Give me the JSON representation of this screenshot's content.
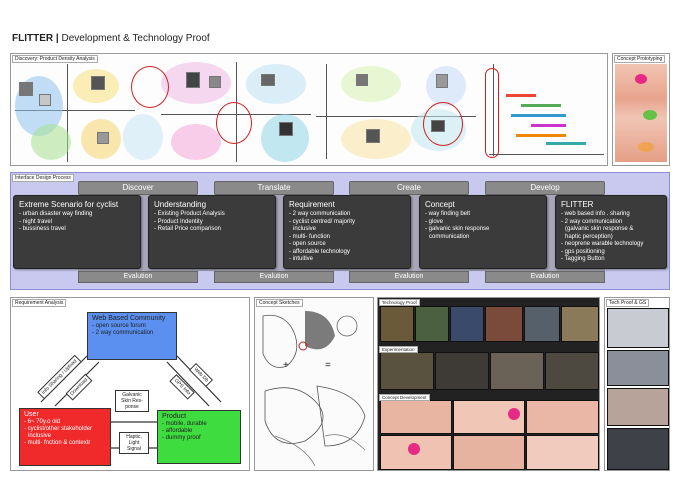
{
  "header": {
    "brand": "FLITTER |",
    "subtitle": "Development & Technology Proof"
  },
  "panels": {
    "discovery": "Discovery: Product Density Analysis",
    "prototype": "Concept Prototyping",
    "process": "Interface Design Process",
    "requirement": "Requirement Analysis",
    "sketches": "Concept Sketches",
    "technology": "Technology Proof",
    "experiment": "Experimentation",
    "development": "Concept Development",
    "techgs": "Tech Proof & GS"
  },
  "stages": [
    {
      "label": "Discover"
    },
    {
      "label": "Translate"
    },
    {
      "label": "Create"
    },
    {
      "label": "Develop"
    }
  ],
  "boxes": [
    {
      "title": "Extreme Scenario for cyclist",
      "items": [
        "- urban disaster way finding",
        "- night travel",
        "- bussiness travel"
      ]
    },
    {
      "title": "Understanding",
      "items": [
        "- Existing Product Analysis",
        "- Product Indentity",
        "- Retail Price comparison"
      ]
    },
    {
      "title": "Requirement",
      "items": [
        "- 2 way communication",
        "- cyclist centred/ majority",
        "  inclusive",
        "- multi- function",
        "- open source",
        "- affordable technology",
        "- intuitive"
      ]
    },
    {
      "title": "Concept",
      "items": [
        "- way finding belt",
        "- glove",
        "- galvanic skin response",
        "  communication"
      ]
    },
    {
      "title": "FLITTER",
      "items": [
        "- web based info . sharing",
        "- 2 way communication",
        "  (galvanic skin response &",
        "  haptic perception)",
        "- neoprene warable technology",
        "- gps positioning",
        "- Tagging Button"
      ]
    }
  ],
  "evaluation": [
    "Evalution",
    "Evalution",
    "Evalution",
    "Evalution"
  ],
  "requirement": {
    "web": {
      "title": "Web Based Community",
      "items": [
        "- open source forum",
        "- 2 way communication"
      ]
    },
    "user": {
      "title": "User",
      "items": [
        "- 6~ 70y.o old",
        "- cyclist/other stakeholder",
        "  inclusive",
        "- multi- fnction & contextr"
      ]
    },
    "product": {
      "title": "Product",
      "items": [
        "- mobile, durable",
        "- affordable",
        "- dummy proof"
      ]
    },
    "labels": {
      "left_up": "Info Sharing / Upload",
      "left_down": "Download",
      "right_up": "Web Db",
      "right_down": "GPS Info",
      "center_top": "Galvanic Skin Res- ponse",
      "center_bottom": "Haptic, Light Signal"
    }
  },
  "colors": {
    "process_bg": "#c9c9ef",
    "stage_bg": "#8a8a8a",
    "box_bg": "#3b3b3b",
    "web": "#5b8ff0",
    "user": "#f02a2a",
    "product": "#3fdc3f"
  }
}
